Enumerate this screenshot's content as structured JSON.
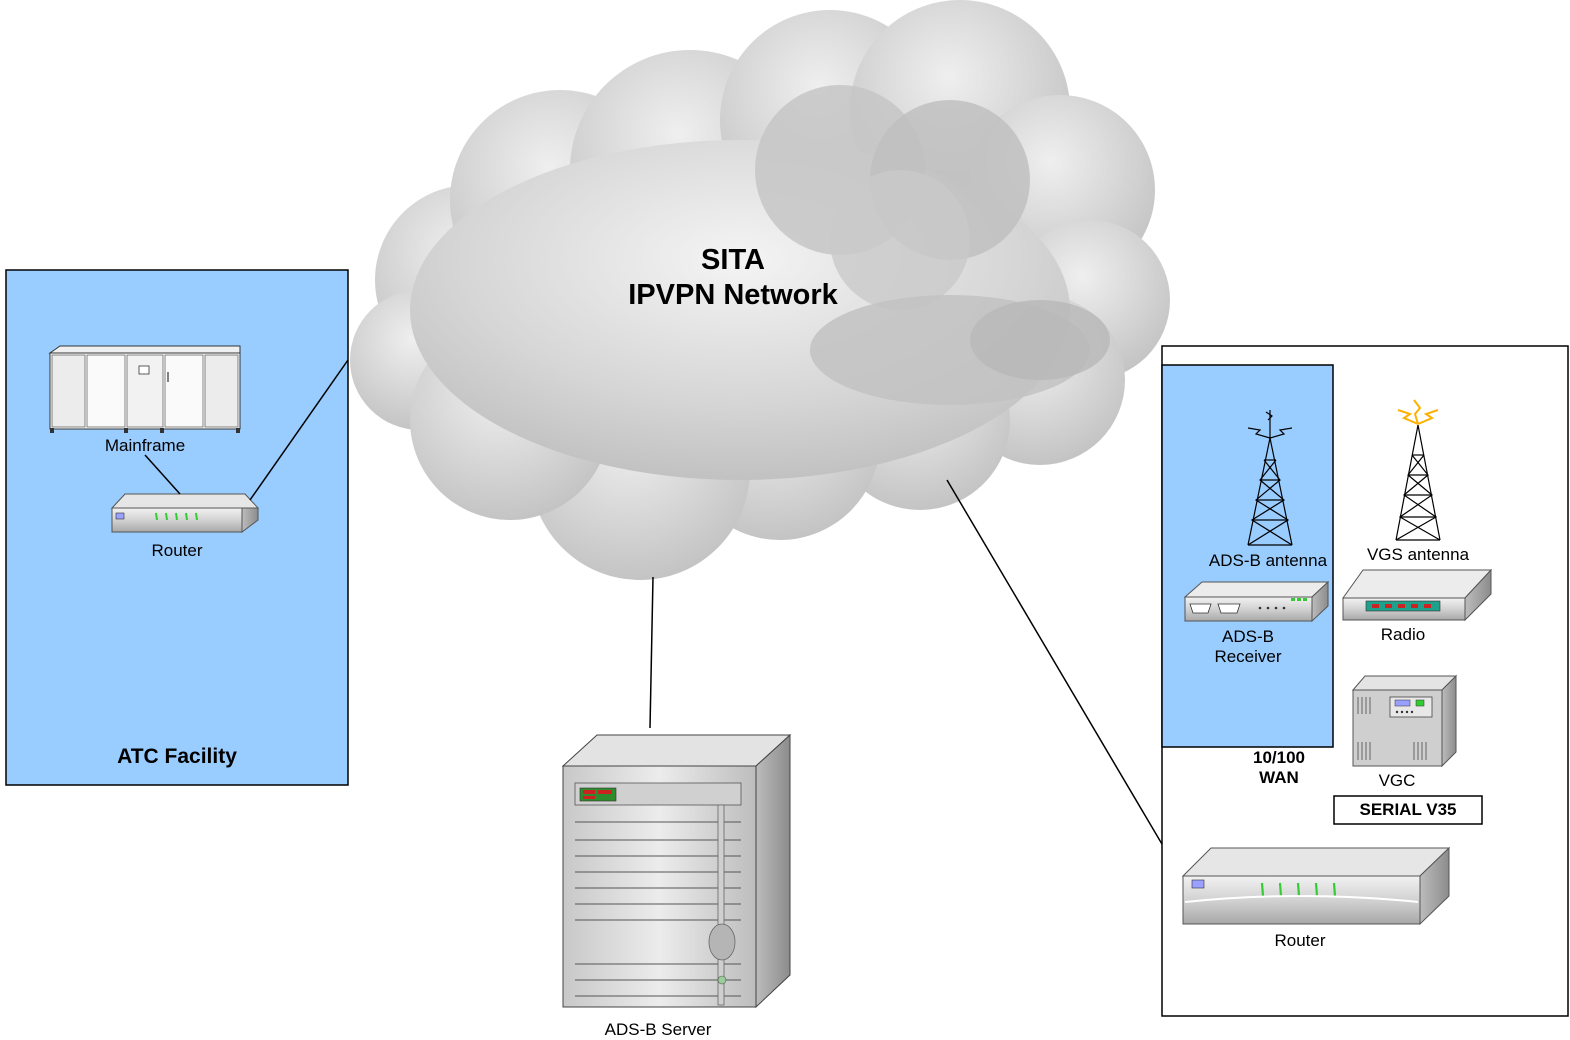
{
  "cloud": {
    "title_line1": "SITA",
    "title_line2": "IPVPN Network"
  },
  "atc_facility": {
    "title": "ATC Facility",
    "mainframe_label": "Mainframe",
    "router_label": "Router"
  },
  "server": {
    "label": "ADS-B Server"
  },
  "remote_site": {
    "adsb_antenna_label": "ADS-B antenna",
    "adsb_receiver_label_line1": "ADS-B",
    "adsb_receiver_label_line2": "Receiver",
    "vgs_antenna_label": "VGS antenna",
    "radio_label": "Radio",
    "vgc_label": "VGC",
    "wan_label_line1": "10/100",
    "wan_label_line2": "WAN",
    "serial_label": "SERIAL V35",
    "router_label": "Router"
  },
  "colors": {
    "panel_blue": "#99CCFF",
    "cloud_gray": "#D0D0D0",
    "led_green": "#33CC33",
    "led_red": "#CC2222",
    "antenna_tip": "#FFB000"
  },
  "icons": [
    "cloud-icon",
    "mainframe-icon",
    "router-icon",
    "server-icon",
    "antenna-tower-icon",
    "receiver-icon",
    "radio-icon",
    "vgc-icon"
  ]
}
